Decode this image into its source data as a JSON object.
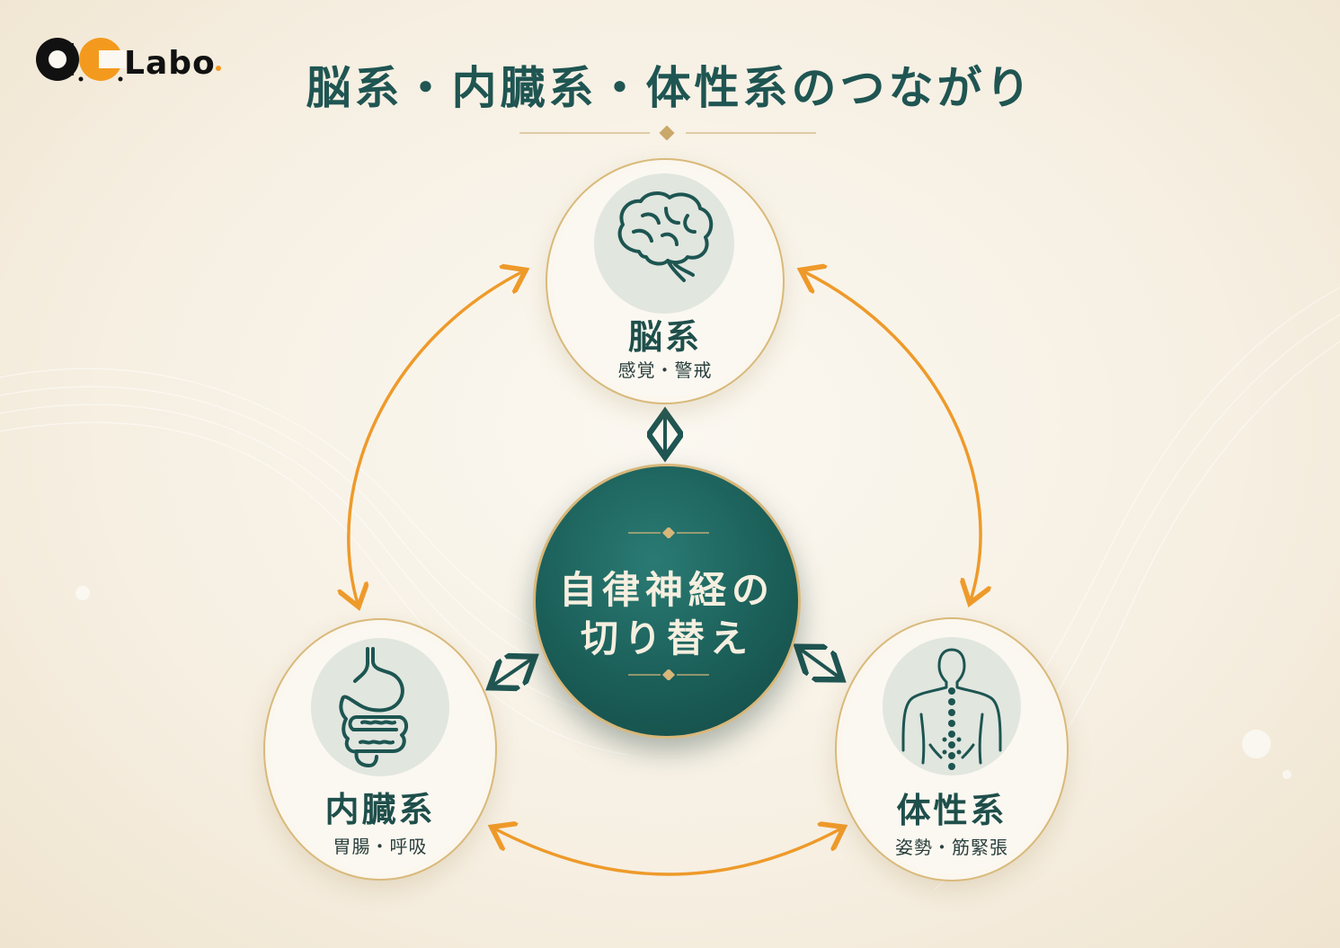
{
  "logo": {
    "text": "Labo"
  },
  "title": "脳系・内臓系・体性系のつながり",
  "center": {
    "line1": "自律神経の",
    "line2": "切り替え"
  },
  "nodes": {
    "brain": {
      "label": "脳系",
      "sub": "感覚・警戒",
      "icon": "brain-icon"
    },
    "visceral": {
      "label": "内臓系",
      "sub": "胃腸・呼吸",
      "icon": "stomach-intestine-icon"
    },
    "somatic": {
      "label": "体性系",
      "sub": "姿勢・筋緊張",
      "icon": "body-spine-icon"
    }
  },
  "colors": {
    "teal": "#1f5552",
    "orange_arrow": "#ee9a2a",
    "gold": "#d7b77a",
    "logo_orange": "#f39a1e"
  }
}
